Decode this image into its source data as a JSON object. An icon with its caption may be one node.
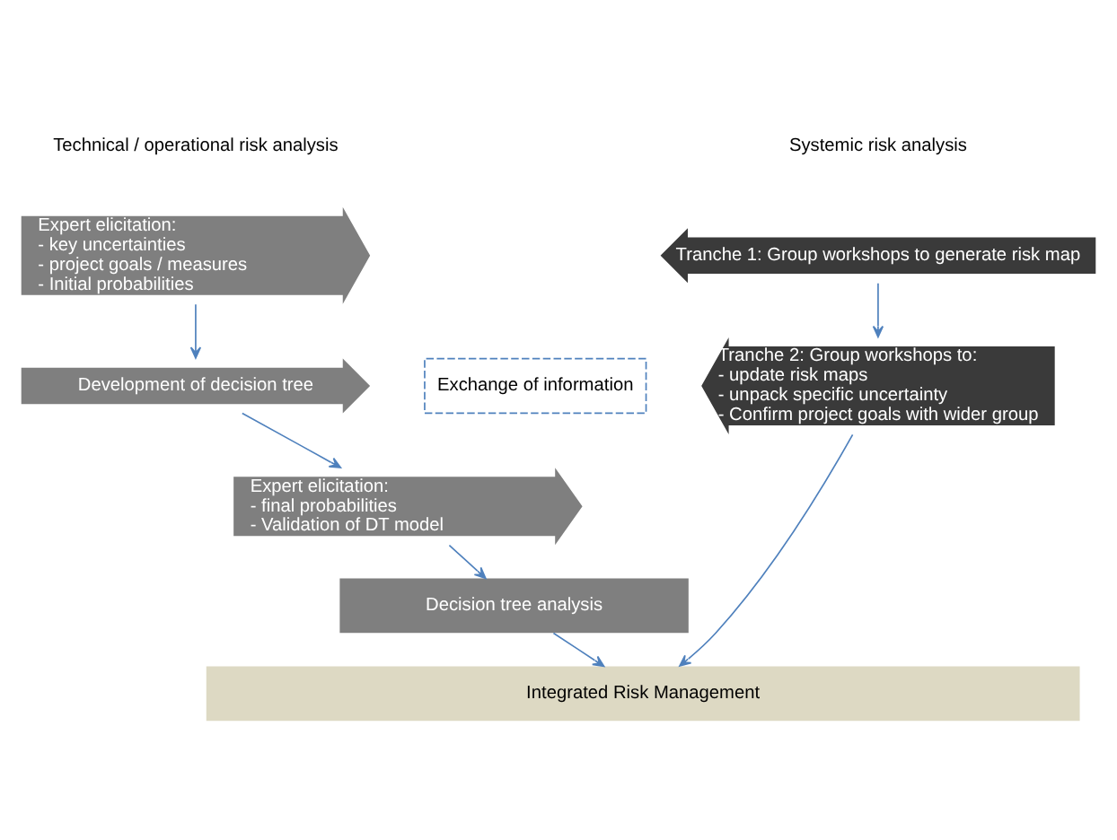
{
  "diagram": {
    "nodes": [
      {
        "text": [
          "Expert elicitation:",
          "- key uncertainties",
          "- project goals / measures",
          "- Initial probabilities"
        ]
      },
      {
        "text": [
          "Development of decision tree"
        ]
      },
      {
        "text": [
          "Expert elicitation:",
          "- final probabilities",
          "- Validation of DT model"
        ]
      },
      {
        "text": [
          "Decision tree analysis"
        ]
      },
      {
        "text": [
          "Tranche 1: Group workshops to generate risk map"
        ]
      },
      {
        "text": [
          "Tranche 2: Group workshops to:",
          "- update risk maps",
          "- unpack specific uncertainty",
          "- Confirm project goals with wider group"
        ]
      },
      {
        "text": [
          "Integrated Risk Management"
        ]
      }
    ],
    "edges": [
      {
        "from": 0,
        "to": 1,
        "arrow": "to"
      },
      {
        "from": 1,
        "to": 2,
        "arrow": "to"
      },
      {
        "from": 2,
        "to": 3,
        "arrow": "to"
      },
      {
        "from": 3,
        "to": 6,
        "arrow": "to"
      },
      {
        "from": 4,
        "to": 5,
        "arrow": "to"
      },
      {
        "from": 5,
        "to": 6,
        "arrow": "to"
      }
    ],
    "labels": [
      "Technical / operational risk analysis",
      "Systemic risk analysis",
      "Exchange of information"
    ]
  }
}
